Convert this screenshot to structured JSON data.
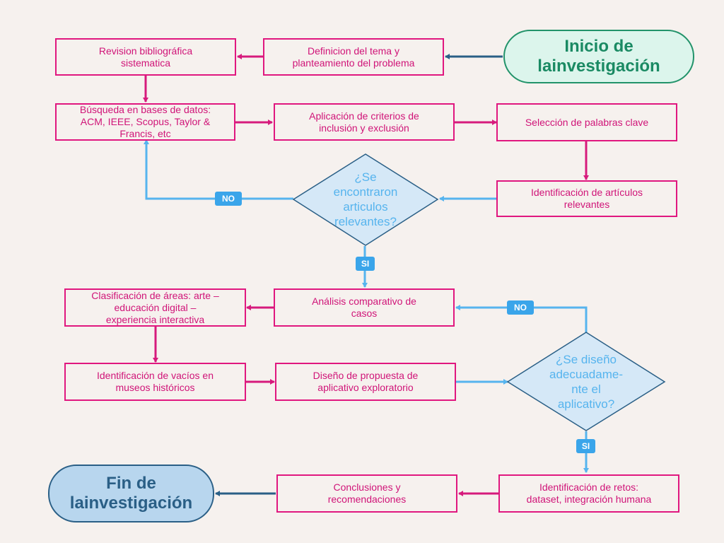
{
  "nodes": {
    "start": [
      "Inicio de la",
      "investigación"
    ],
    "definicion": [
      "Definicion del tema y",
      "planteamiento del problema"
    ],
    "revision": [
      "Revision bibliográfica",
      "sistematica"
    ],
    "busqueda": [
      "Búsqueda en bases de datos:",
      "ACM, IEEE, Scopus, Taylor &",
      "Francis, etc"
    ],
    "criterios": [
      "Aplicación de criterios de",
      "inclusión y exclusión"
    ],
    "palabras": [
      "Selección de palabras clave"
    ],
    "identificacion_articulos": [
      "Identificación de artículos",
      "relevantes"
    ],
    "decision1": [
      "¿Se",
      "encontraron",
      "articulos",
      "relevantes?"
    ],
    "analisis": [
      "Análisis comparativo de",
      "casos"
    ],
    "clasificacion": [
      "Clasificación de áreas: arte –",
      "educación digital –",
      "experiencia interactiva"
    ],
    "vacios": [
      "Identificación de vacíos en",
      "museos históricos"
    ],
    "diseno": [
      "Diseño de propuesta de",
      "aplicativo exploratorio"
    ],
    "decision2": [
      "¿Se diseño",
      "adecuadame-",
      "nte el",
      "aplicativo?"
    ],
    "retos": [
      "Identificación de retos:",
      "dataset, integración humana"
    ],
    "conclusiones": [
      "Conclusiones y",
      "recomendaciones"
    ],
    "end": [
      "Fin de la",
      "investigación"
    ]
  },
  "edge_labels": {
    "no1": "NO",
    "si1": "SI",
    "no2": "NO",
    "si2": "SI"
  },
  "colors": {
    "process_border": "#e0177f",
    "process_text": "#d01478",
    "flow_arrow": "#d61a7c",
    "decision_fill": "#d5e8f7",
    "decision_border": "#2a5f86",
    "decision_text": "#56b4ee",
    "loop_arrow": "#56b4ee",
    "terminal_arrow": "#2a5f86",
    "badge": "#3aa5ea",
    "start_fill": "#dcf5ec",
    "start_text": "#1a8a63",
    "end_fill": "#b8d6ee",
    "end_text": "#2a5f86",
    "background": "#f6f1ee"
  }
}
